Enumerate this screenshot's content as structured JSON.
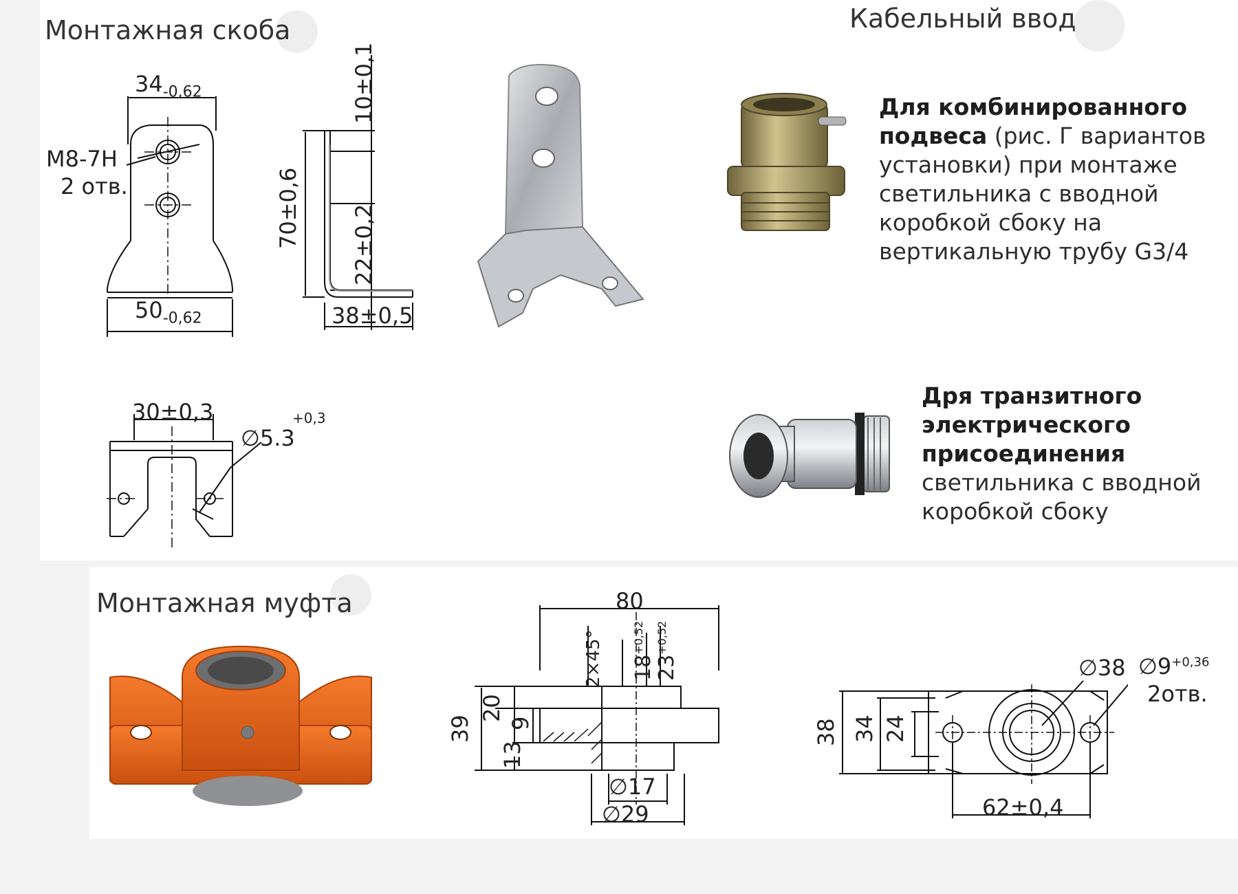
{
  "bracket": {
    "heading": "Монтажная скоба",
    "dims": {
      "top_width": "34",
      "top_width_tol": "-0,62",
      "thread": "М8-7Н",
      "thread_holes": "2 отв.",
      "bottom_width": "50",
      "bottom_width_tol": "-0,62",
      "top_offset": "10±0,1",
      "height": "70±0,6",
      "foot_offset": "22±0,2",
      "foot_length": "38±0,5",
      "slot_width": "30±0,3",
      "hole_dia": "∅5.3",
      "hole_tol": "+0,3"
    }
  },
  "gland": {
    "heading": "Кабельный ввод",
    "combined": {
      "bold": "Для комбинированного подвеса",
      "text": " (рис. Г вариантов установки) при монтаже светильника с вводной коробкой сбоку на вертикальную трубу G3/4"
    },
    "transit": {
      "bold": "Дря транзитного электрического присоединения",
      "text": " светильника с вводной коробкой сбоку"
    }
  },
  "coupling": {
    "heading": "Монтажная муфта",
    "dims": {
      "length": "80",
      "chamfer": "2×45°",
      "depth_18": "18",
      "depth_18_tol": "+0,52",
      "depth_23": "23",
      "depth_23_tol": "+0,52",
      "h39": "39",
      "h20": "20",
      "h9": "9",
      "h13": "13",
      "d17": "∅17",
      "d29": "∅29",
      "h38": "38",
      "h34": "34",
      "h24": "24",
      "d38": "∅38",
      "d9": "∅9",
      "d9_tol": "+0,36",
      "d9_holes": "2отв.",
      "spacing": "62±0,4"
    }
  },
  "colors": {
    "coupling_orange": "#e8681c",
    "steel": "#b9bcc0",
    "brass": "#a99a62"
  }
}
